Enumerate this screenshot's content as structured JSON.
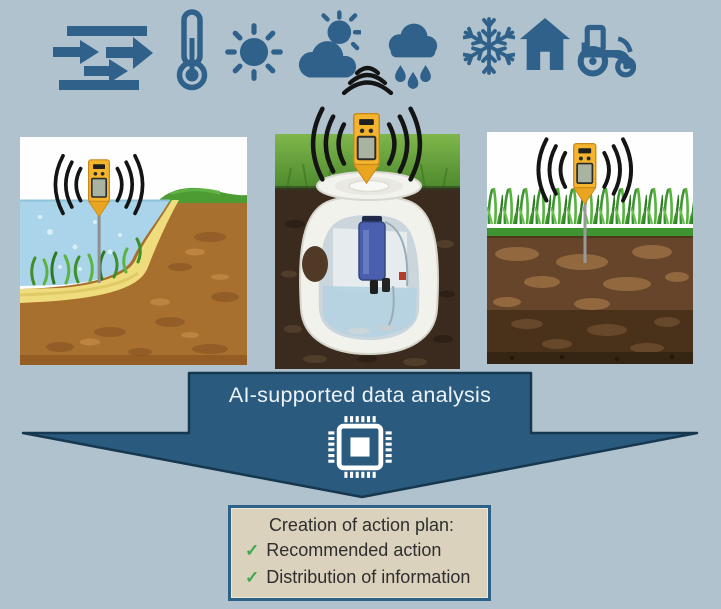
{
  "figure": {
    "banner": {
      "label": "AI-supported data analysis"
    },
    "action_plan": {
      "title": "Creation of action plan:",
      "check_glyph": "✓",
      "items": [
        {
          "label": "Recommended action"
        },
        {
          "label": "Distribution of information"
        }
      ]
    },
    "icon_row": [
      "water-exchange",
      "thermometer",
      "sun",
      "sun-behind-cloud",
      "rain-cloud",
      "snowflake",
      "house",
      "tractor"
    ],
    "panels": [
      "sensor-in-water",
      "sensor-in-underground-tank",
      "sensor-in-soil"
    ],
    "colors": {
      "background": "#AFC2CE",
      "icon_blue": "#30618A",
      "arrow_fill": "#2A5B7E",
      "arrow_outline": "#16384F",
      "banner_text": "#EDF3F8",
      "box_fill": "#DBD2BD",
      "box_border": "#2E6187",
      "box_text": "#2E2E2E",
      "check_green": "#3DA94C",
      "signal_black": "#141414",
      "sensor_yellow": "#F4B42D"
    }
  }
}
